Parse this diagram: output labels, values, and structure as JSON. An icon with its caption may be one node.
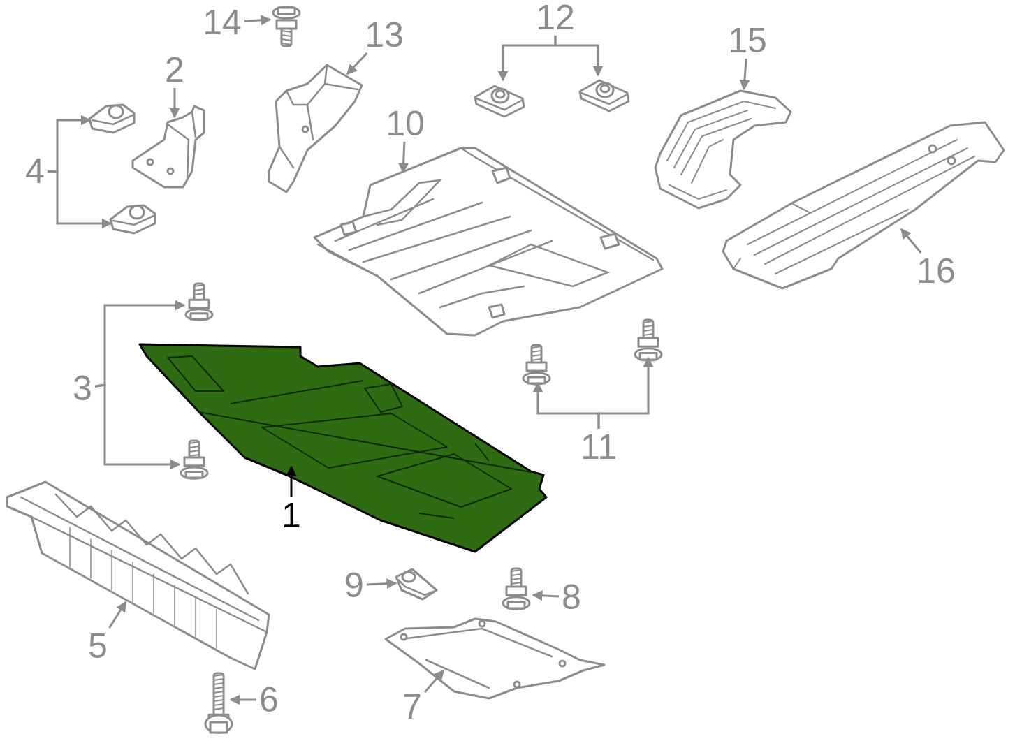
{
  "diagram": {
    "nodes": [
      {
        "text": [
          "1"
        ]
      },
      {
        "text": [],
        "shape": "picture"
      },
      {
        "text": [
          "2"
        ]
      },
      {
        "text": [],
        "shape": "picture"
      },
      {
        "text": [
          "3"
        ]
      },
      {
        "text": [],
        "shape": "picture"
      },
      {
        "text": [],
        "shape": "picture"
      },
      {
        "text": [
          "4"
        ]
      },
      {
        "text": [],
        "shape": "picture"
      },
      {
        "text": [],
        "shape": "picture"
      },
      {
        "text": [
          "5"
        ]
      },
      {
        "text": [],
        "shape": "picture"
      },
      {
        "text": [
          "6"
        ]
      },
      {
        "text": [],
        "shape": "picture"
      },
      {
        "text": [
          "7"
        ]
      },
      {
        "text": [],
        "shape": "picture"
      },
      {
        "text": [
          "8"
        ]
      },
      {
        "text": [],
        "shape": "picture"
      },
      {
        "text": [
          "9"
        ]
      },
      {
        "text": [],
        "shape": "picture"
      },
      {
        "text": [
          "10"
        ]
      },
      {
        "text": [],
        "shape": "picture"
      },
      {
        "text": [
          "11"
        ]
      },
      {
        "text": [],
        "shape": "picture"
      },
      {
        "text": [],
        "shape": "picture"
      },
      {
        "text": [
          "12"
        ]
      },
      {
        "text": [],
        "shape": "picture"
      },
      {
        "text": [],
        "shape": "picture"
      },
      {
        "text": [
          "13"
        ]
      },
      {
        "text": [],
        "shape": "picture"
      },
      {
        "text": [
          "14"
        ]
      },
      {
        "text": [],
        "shape": "picture"
      },
      {
        "text": [
          "15"
        ]
      },
      {
        "text": [],
        "shape": "picture"
      },
      {
        "text": [
          "16"
        ]
      },
      {
        "text": [],
        "shape": "picture"
      }
    ],
    "edges": [
      {
        "from": 0,
        "to": 1,
        "arrow": "to",
        "color": "#000000"
      },
      {
        "from": 2,
        "to": 3,
        "arrow": "to"
      },
      {
        "from": 4,
        "to": 5,
        "arrow": "to"
      },
      {
        "from": 4,
        "to": 6,
        "arrow": "to"
      },
      {
        "from": 7,
        "to": 8,
        "arrow": "to"
      },
      {
        "from": 7,
        "to": 9,
        "arrow": "to"
      },
      {
        "from": 10,
        "to": 11,
        "arrow": "to"
      },
      {
        "from": 12,
        "to": 13,
        "arrow": "to"
      },
      {
        "from": 14,
        "to": 15,
        "arrow": "to"
      },
      {
        "from": 16,
        "to": 17,
        "arrow": "to"
      },
      {
        "from": 18,
        "to": 19,
        "arrow": "to"
      },
      {
        "from": 20,
        "to": 21,
        "arrow": "to"
      },
      {
        "from": 22,
        "to": 23,
        "arrow": "to"
      },
      {
        "from": 22,
        "to": 24,
        "arrow": "to"
      },
      {
        "from": 25,
        "to": 26,
        "arrow": "to"
      },
      {
        "from": 25,
        "to": 27,
        "arrow": "to"
      },
      {
        "from": 28,
        "to": 29,
        "arrow": "to"
      },
      {
        "from": 30,
        "to": 31,
        "arrow": "to"
      },
      {
        "from": 32,
        "to": 33,
        "arrow": "to"
      },
      {
        "from": 34,
        "to": 35,
        "arrow": "to"
      }
    ]
  }
}
